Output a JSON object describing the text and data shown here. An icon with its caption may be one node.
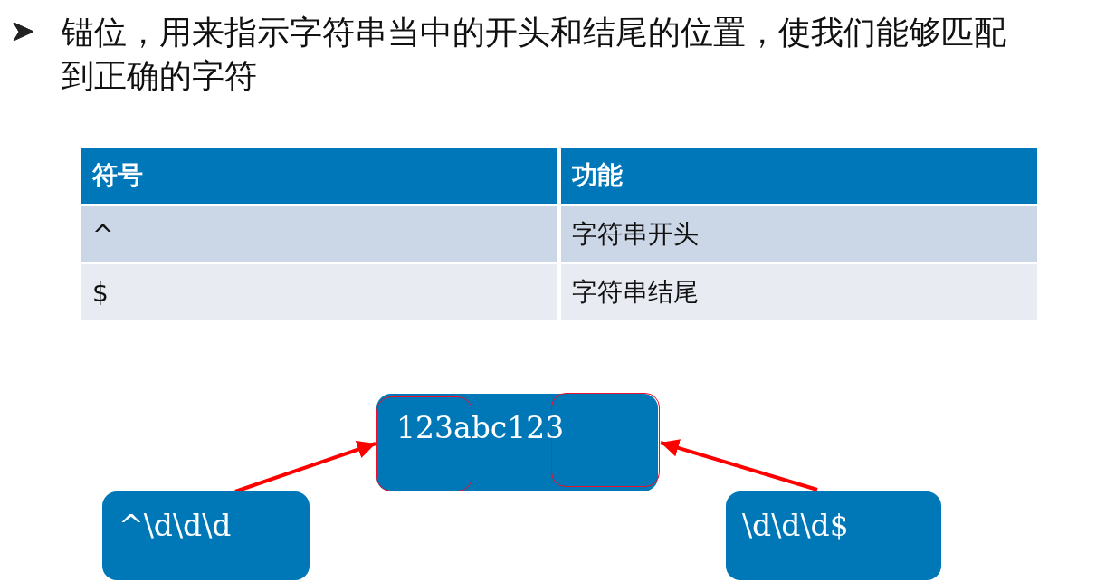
{
  "diagram": {
    "nodes": [
      {
        "text": [
          "123abc123"
        ]
      },
      {
        "text": [],
        "shape": "box",
        "in": 0
      },
      {
        "text": [],
        "shape": "box",
        "in": 0
      },
      {
        "text": [
          "^\\d\\d\\d"
        ]
      },
      {
        "text": [
          "\\d\\d\\d$"
        ]
      }
    ],
    "edges": [
      {
        "from": 3,
        "to": 1,
        "arrow": "to",
        "color": "#ff0000"
      },
      {
        "from": 4,
        "to": 2,
        "arrow": "to",
        "color": "#ff0000"
      }
    ],
    "labels": [
      "锚位，用来指示字符串当中的开头和结尾的位置，使我们能够匹配到正确的字符",
      "符号",
      "功能",
      "^",
      "字符串开头",
      "$",
      "字符串结尾"
    ]
  }
}
